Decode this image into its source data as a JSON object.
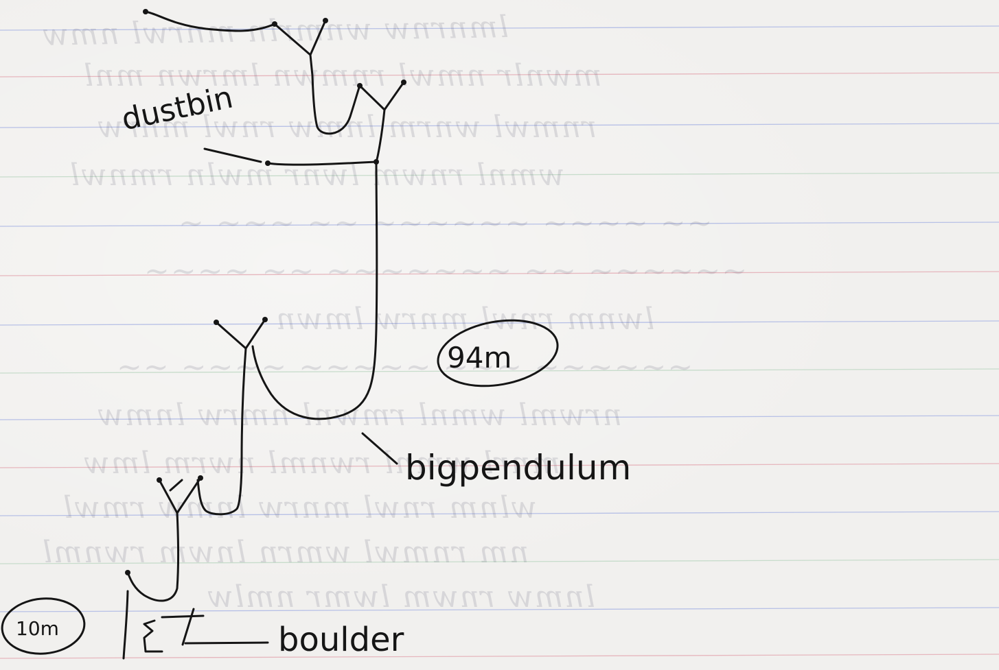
{
  "labels": {
    "dustbin": "dustbin",
    "depth_94m": "94m",
    "big_pendulum": "bigpendulum",
    "depth_10m": "10m",
    "boulder": "boulder"
  },
  "colors": {
    "paper": "#f1f0ee",
    "ink": "#151515",
    "ruled_pink": "#e6b6bd",
    "ruled_blue": "#b7c0e6",
    "ruled_green": "#c7dccb"
  }
}
